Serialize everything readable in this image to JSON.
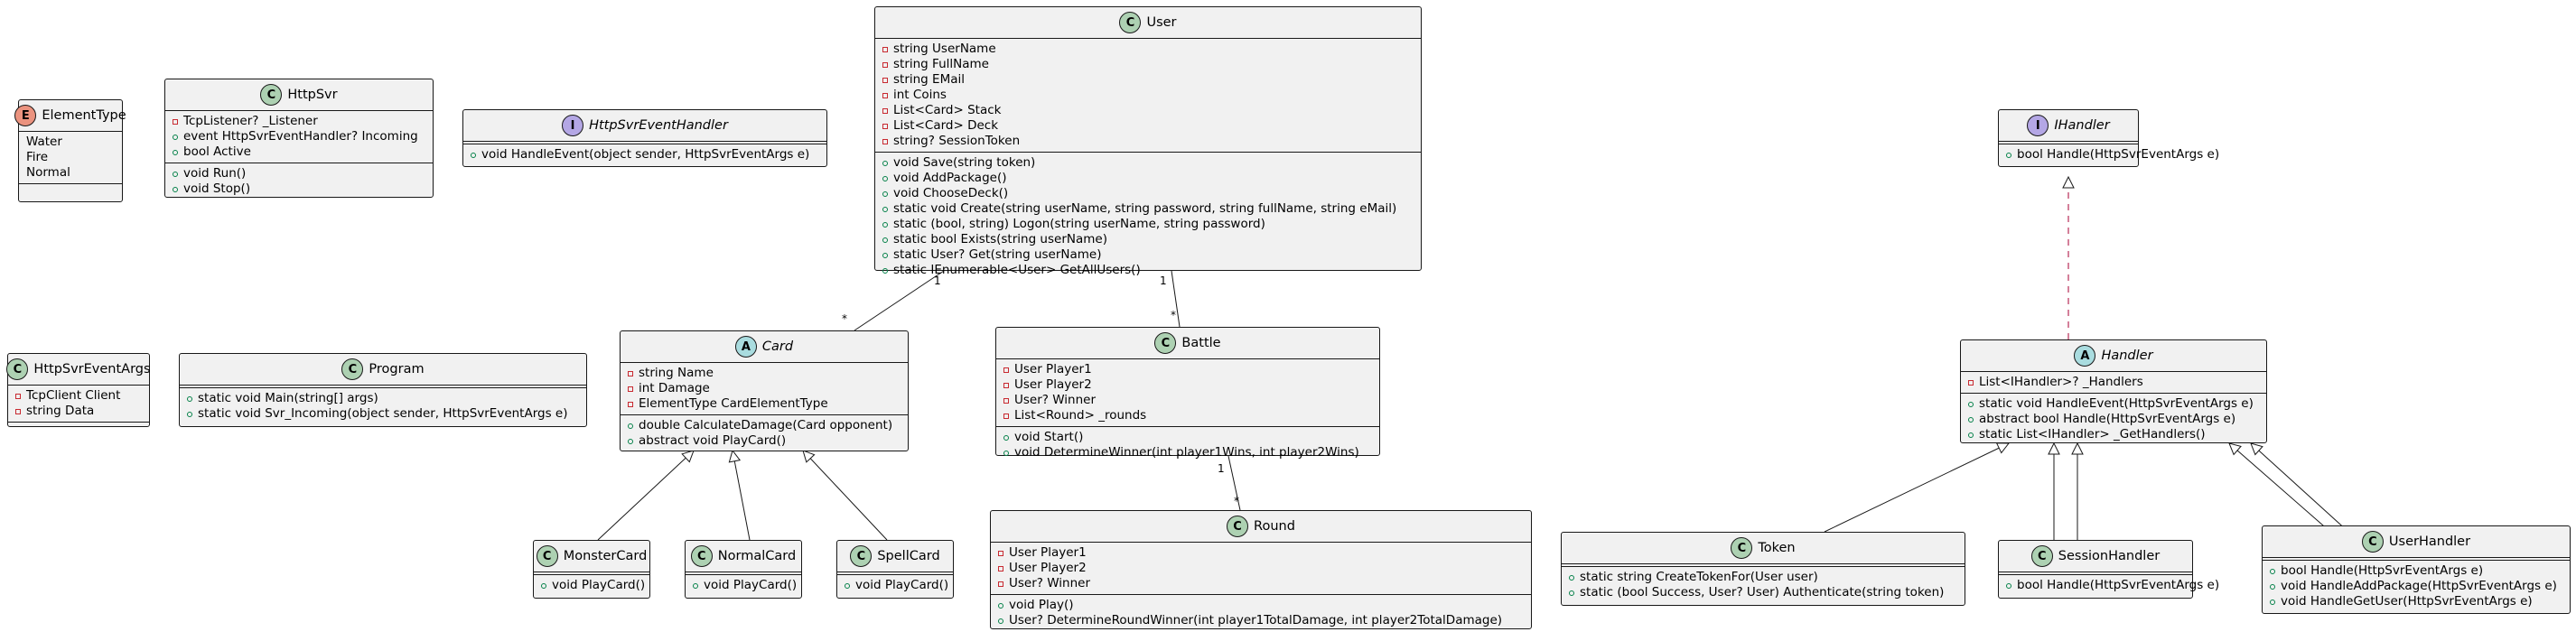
{
  "classes": {
    "element_type": {
      "stereotype": "E",
      "name": "ElementType",
      "literals": [
        "Water",
        "Fire",
        "Normal"
      ]
    },
    "http_svr": {
      "stereotype": "C",
      "name": "HttpSvr",
      "fields": [
        "TcpListener? _Listener",
        "event HttpSvrEventHandler? Incoming",
        "bool Active"
      ],
      "methods": [
        "void Run()",
        "void Stop()"
      ]
    },
    "http_svr_event_handler": {
      "stereotype": "I",
      "name": "HttpSvrEventHandler",
      "methods": [
        "void HandleEvent(object sender, HttpSvrEventArgs e)"
      ]
    },
    "user": {
      "stereotype": "C",
      "name": "User",
      "fields": [
        "string UserName",
        "string FullName",
        "string EMail",
        "int Coins",
        "List<Card> Stack",
        "List<Card> Deck",
        "string? SessionToken"
      ],
      "methods": [
        "void Save(string token)",
        "void AddPackage()",
        "void ChooseDeck()",
        "static void Create(string userName, string password, string fullName, string eMail)",
        "static (bool, string) Logon(string userName, string password)",
        "static bool Exists(string userName)",
        "static User? Get(string userName)",
        "static IEnumerable<User> GetAllUsers()"
      ]
    },
    "i_handler": {
      "stereotype": "I",
      "name": "IHandler",
      "methods": [
        "bool Handle(HttpSvrEventArgs e)"
      ]
    },
    "http_svr_event_args": {
      "stereotype": "C",
      "name": "HttpSvrEventArgs",
      "fields": [
        "TcpClient Client",
        "string Data"
      ]
    },
    "program": {
      "stereotype": "C",
      "name": "Program",
      "methods": [
        "static void Main(string[] args)",
        "static void Svr_Incoming(object sender, HttpSvrEventArgs e)"
      ]
    },
    "card": {
      "stereotype": "A",
      "name": "Card",
      "fields": [
        "string Name",
        "int Damage",
        "ElementType CardElementType"
      ],
      "methods": [
        "double CalculateDamage(Card opponent)",
        "abstract void PlayCard()"
      ]
    },
    "battle": {
      "stereotype": "C",
      "name": "Battle",
      "fields": [
        "User Player1",
        "User Player2",
        "User? Winner",
        "List<Round> _rounds"
      ],
      "methods": [
        "void Start()",
        "void DetermineWinner(int player1Wins, int player2Wins)"
      ]
    },
    "handler": {
      "stereotype": "A",
      "name": "Handler",
      "fields": [
        "List<IHandler>? _Handlers"
      ],
      "methods": [
        "static void HandleEvent(HttpSvrEventArgs e)",
        "abstract bool Handle(HttpSvrEventArgs e)",
        "static List<IHandler> _GetHandlers()"
      ]
    },
    "monster_card": {
      "stereotype": "C",
      "name": "MonsterCard",
      "methods": [
        "void PlayCard()"
      ]
    },
    "normal_card": {
      "stereotype": "C",
      "name": "NormalCard",
      "methods": [
        "void PlayCard()"
      ]
    },
    "spell_card": {
      "stereotype": "C",
      "name": "SpellCard",
      "methods": [
        "void PlayCard()"
      ]
    },
    "round": {
      "stereotype": "C",
      "name": "Round",
      "fields": [
        "User Player1",
        "User Player2",
        "User? Winner"
      ],
      "methods": [
        "void Play()",
        "User? DetermineRoundWinner(int player1TotalDamage, int player2TotalDamage)"
      ]
    },
    "token": {
      "stereotype": "C",
      "name": "Token",
      "methods": [
        "static string CreateTokenFor(User user)",
        "static (bool Success, User? User) Authenticate(string token)"
      ]
    },
    "session_handler": {
      "stereotype": "C",
      "name": "SessionHandler",
      "methods": [
        "bool Handle(HttpSvrEventArgs e)"
      ]
    },
    "user_handler": {
      "stereotype": "C",
      "name": "UserHandler",
      "methods": [
        "bool Handle(HttpSvrEventArgs e)",
        "void HandleAddPackage(HttpSvrEventArgs e)",
        "void HandleGetUser(HttpSvrEventArgs e)"
      ]
    }
  },
  "associations": {
    "user_card": {
      "from": "1",
      "to": "*"
    },
    "user_battle": {
      "from": "1",
      "to": "*"
    },
    "battle_round": {
      "from": "1",
      "to": "*"
    }
  },
  "colors": {
    "box_fill": "#f1f1f1",
    "border": "#181818",
    "class_badge": "#add1b2",
    "abstract_badge": "#a9dcdf",
    "interface_badge": "#b4a7e5",
    "enum_badge": "#eb937f",
    "private_marker": "#c82930",
    "public_marker": "#038048",
    "realization_line": "#a80036"
  }
}
